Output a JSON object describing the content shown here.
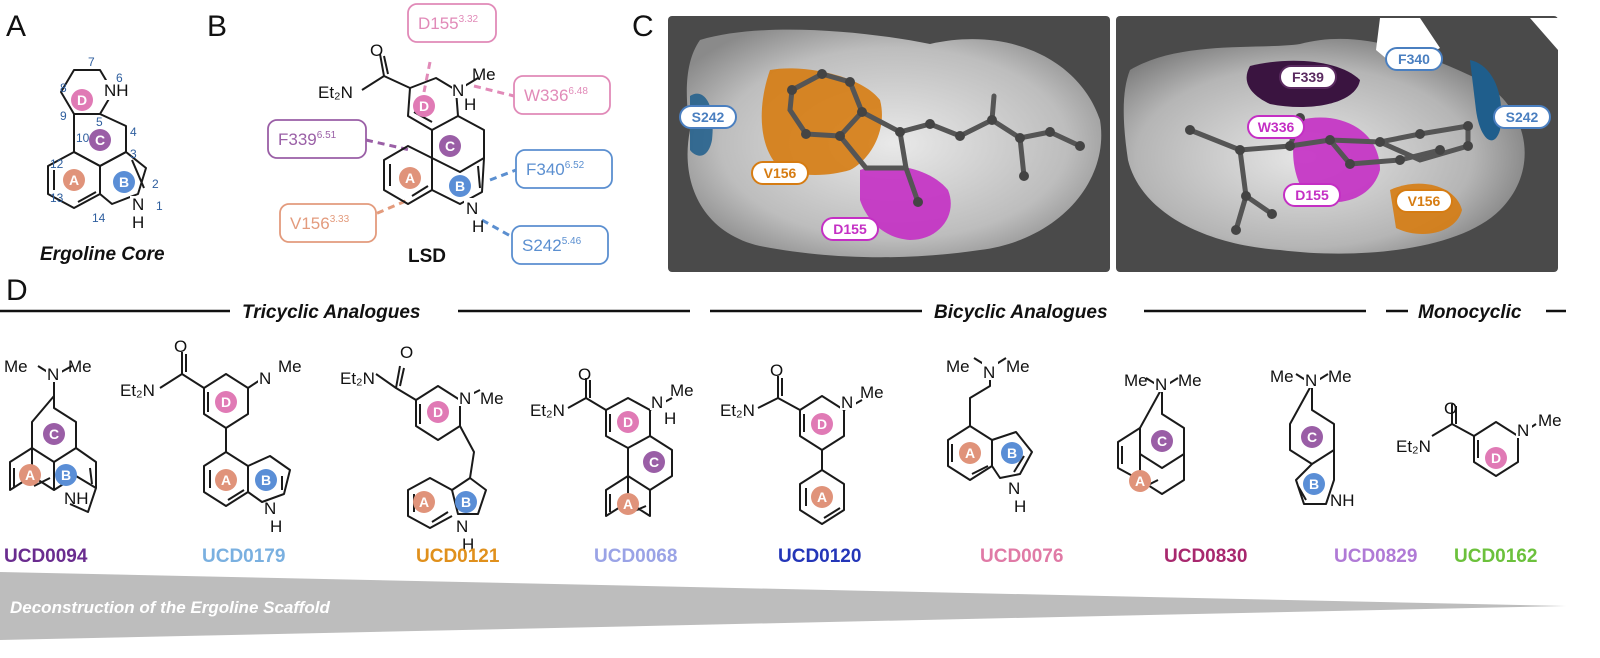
{
  "panels": {
    "a": "A",
    "b": "B",
    "c": "C",
    "d": "D"
  },
  "ergoline": {
    "caption": "Ergoline Core",
    "numbers": [
      "7",
      "6",
      "8",
      "9",
      "5",
      "10",
      "4",
      "3",
      "12",
      "2",
      "13",
      "14",
      "1"
    ],
    "nh_top": "NH",
    "nh_bottom": "N",
    "h": "H"
  },
  "lsd": {
    "caption": "LSD",
    "o": "O",
    "et2n": "Et₂N",
    "n": "N",
    "me": "Me",
    "h": "H",
    "nh": "N",
    "nh_h": "H"
  },
  "residues": [
    {
      "name": "D155",
      "sup": "3.32",
      "color": "#e18ab8"
    },
    {
      "name": "W336",
      "sup": "6.48",
      "color": "#e18ab8"
    },
    {
      "name": "F339",
      "sup": "6.51",
      "color": "#9a5fa6"
    },
    {
      "name": "F340",
      "sup": "6.52",
      "color": "#5b8fd0"
    },
    {
      "name": "V156",
      "sup": "3.33",
      "color": "#e39b7d"
    },
    {
      "name": "S242",
      "sup": "5.46",
      "color": "#5b8fd0"
    }
  ],
  "panel_c_left": [
    "S242",
    "V156",
    "D155"
  ],
  "panel_c_right": [
    "F339",
    "F340",
    "W336",
    "S242",
    "D155",
    "V156"
  ],
  "sections": {
    "tri": "Tricyclic Analogues",
    "bi": "Bicyclic Analogues",
    "mono": "Monocyclic"
  },
  "compounds": [
    {
      "name": "UCD0094",
      "color": "#6a2c8f"
    },
    {
      "name": "UCD0179",
      "color": "#7ab0e0"
    },
    {
      "name": "UCD0121",
      "color": "#e0901c"
    },
    {
      "name": "UCD0068",
      "color": "#9aa3e6"
    },
    {
      "name": "UCD0120",
      "color": "#2436b8"
    },
    {
      "name": "UCD0076",
      "color": "#e07aa6"
    },
    {
      "name": "UCD0830",
      "color": "#a8286e"
    },
    {
      "name": "UCD0829",
      "color": "#b07ad6"
    },
    {
      "name": "UCD0162",
      "color": "#6cc13c"
    }
  ],
  "ring_labels": {
    "a": "A",
    "b": "B",
    "c": "C",
    "d": "D"
  },
  "ring_colors": {
    "a": "#e0937a",
    "b": "#5a8ed6",
    "c": "#9a5ea6",
    "d": "#e07ab5"
  },
  "atoms": {
    "me": "Me",
    "n": "N",
    "nh": "NH",
    "h": "H",
    "o": "O",
    "et2n": "Et₂N"
  },
  "deconstruction": "Deconstruction of the Ergoline Scaffold"
}
